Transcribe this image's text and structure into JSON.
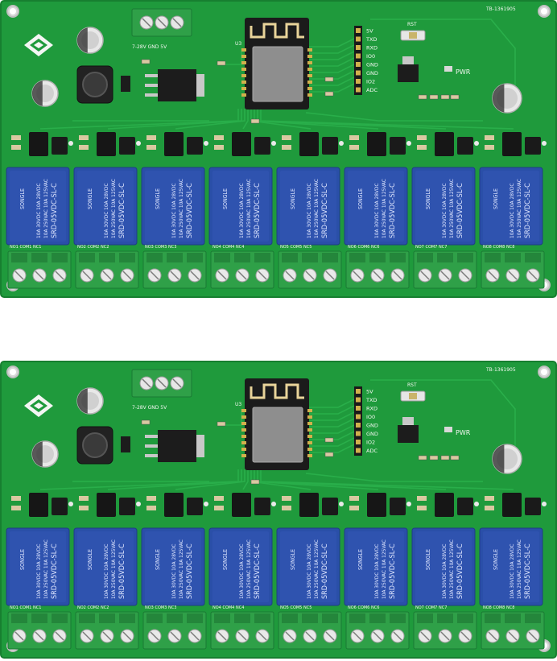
{
  "board": {
    "serial": "TB-1361905",
    "power_label": "7-28V GND  5V",
    "header_pins": [
      "5V",
      "TXD",
      "RXD",
      "IO0",
      "GND",
      "GND",
      "IO2",
      "ADC"
    ],
    "reset_label": "RST",
    "pwr_label": "PWR",
    "module_ref": "U3",
    "relay_brand": "SONGLE",
    "relay_model": "SRD-05VDC-SL-C",
    "relay_rating_1": "10A 250VAC 10A 125VAC",
    "relay_rating_2": "10A 30VDC 10A 28VDC",
    "relay_count": 8,
    "terminal_labels": [
      "NO1 COM1 NC1",
      "NO2 COM2 NC2",
      "NO3 COM3 NC3",
      "NO4 COM4 NC4",
      "NO5 COM5 NC5",
      "NO6 COM6 NC6",
      "NO7 COM7 NC7",
      "NO8 COM8 NC8"
    ]
  },
  "colors": {
    "pcb": "#1f9a3c",
    "pcb_dark": "#177f30",
    "trace": "#2bb14c",
    "relay": "#2a4fa8",
    "terminal": "#2fa048",
    "silk": "#f2f7f0",
    "pin_gold": "#d2b04c"
  }
}
